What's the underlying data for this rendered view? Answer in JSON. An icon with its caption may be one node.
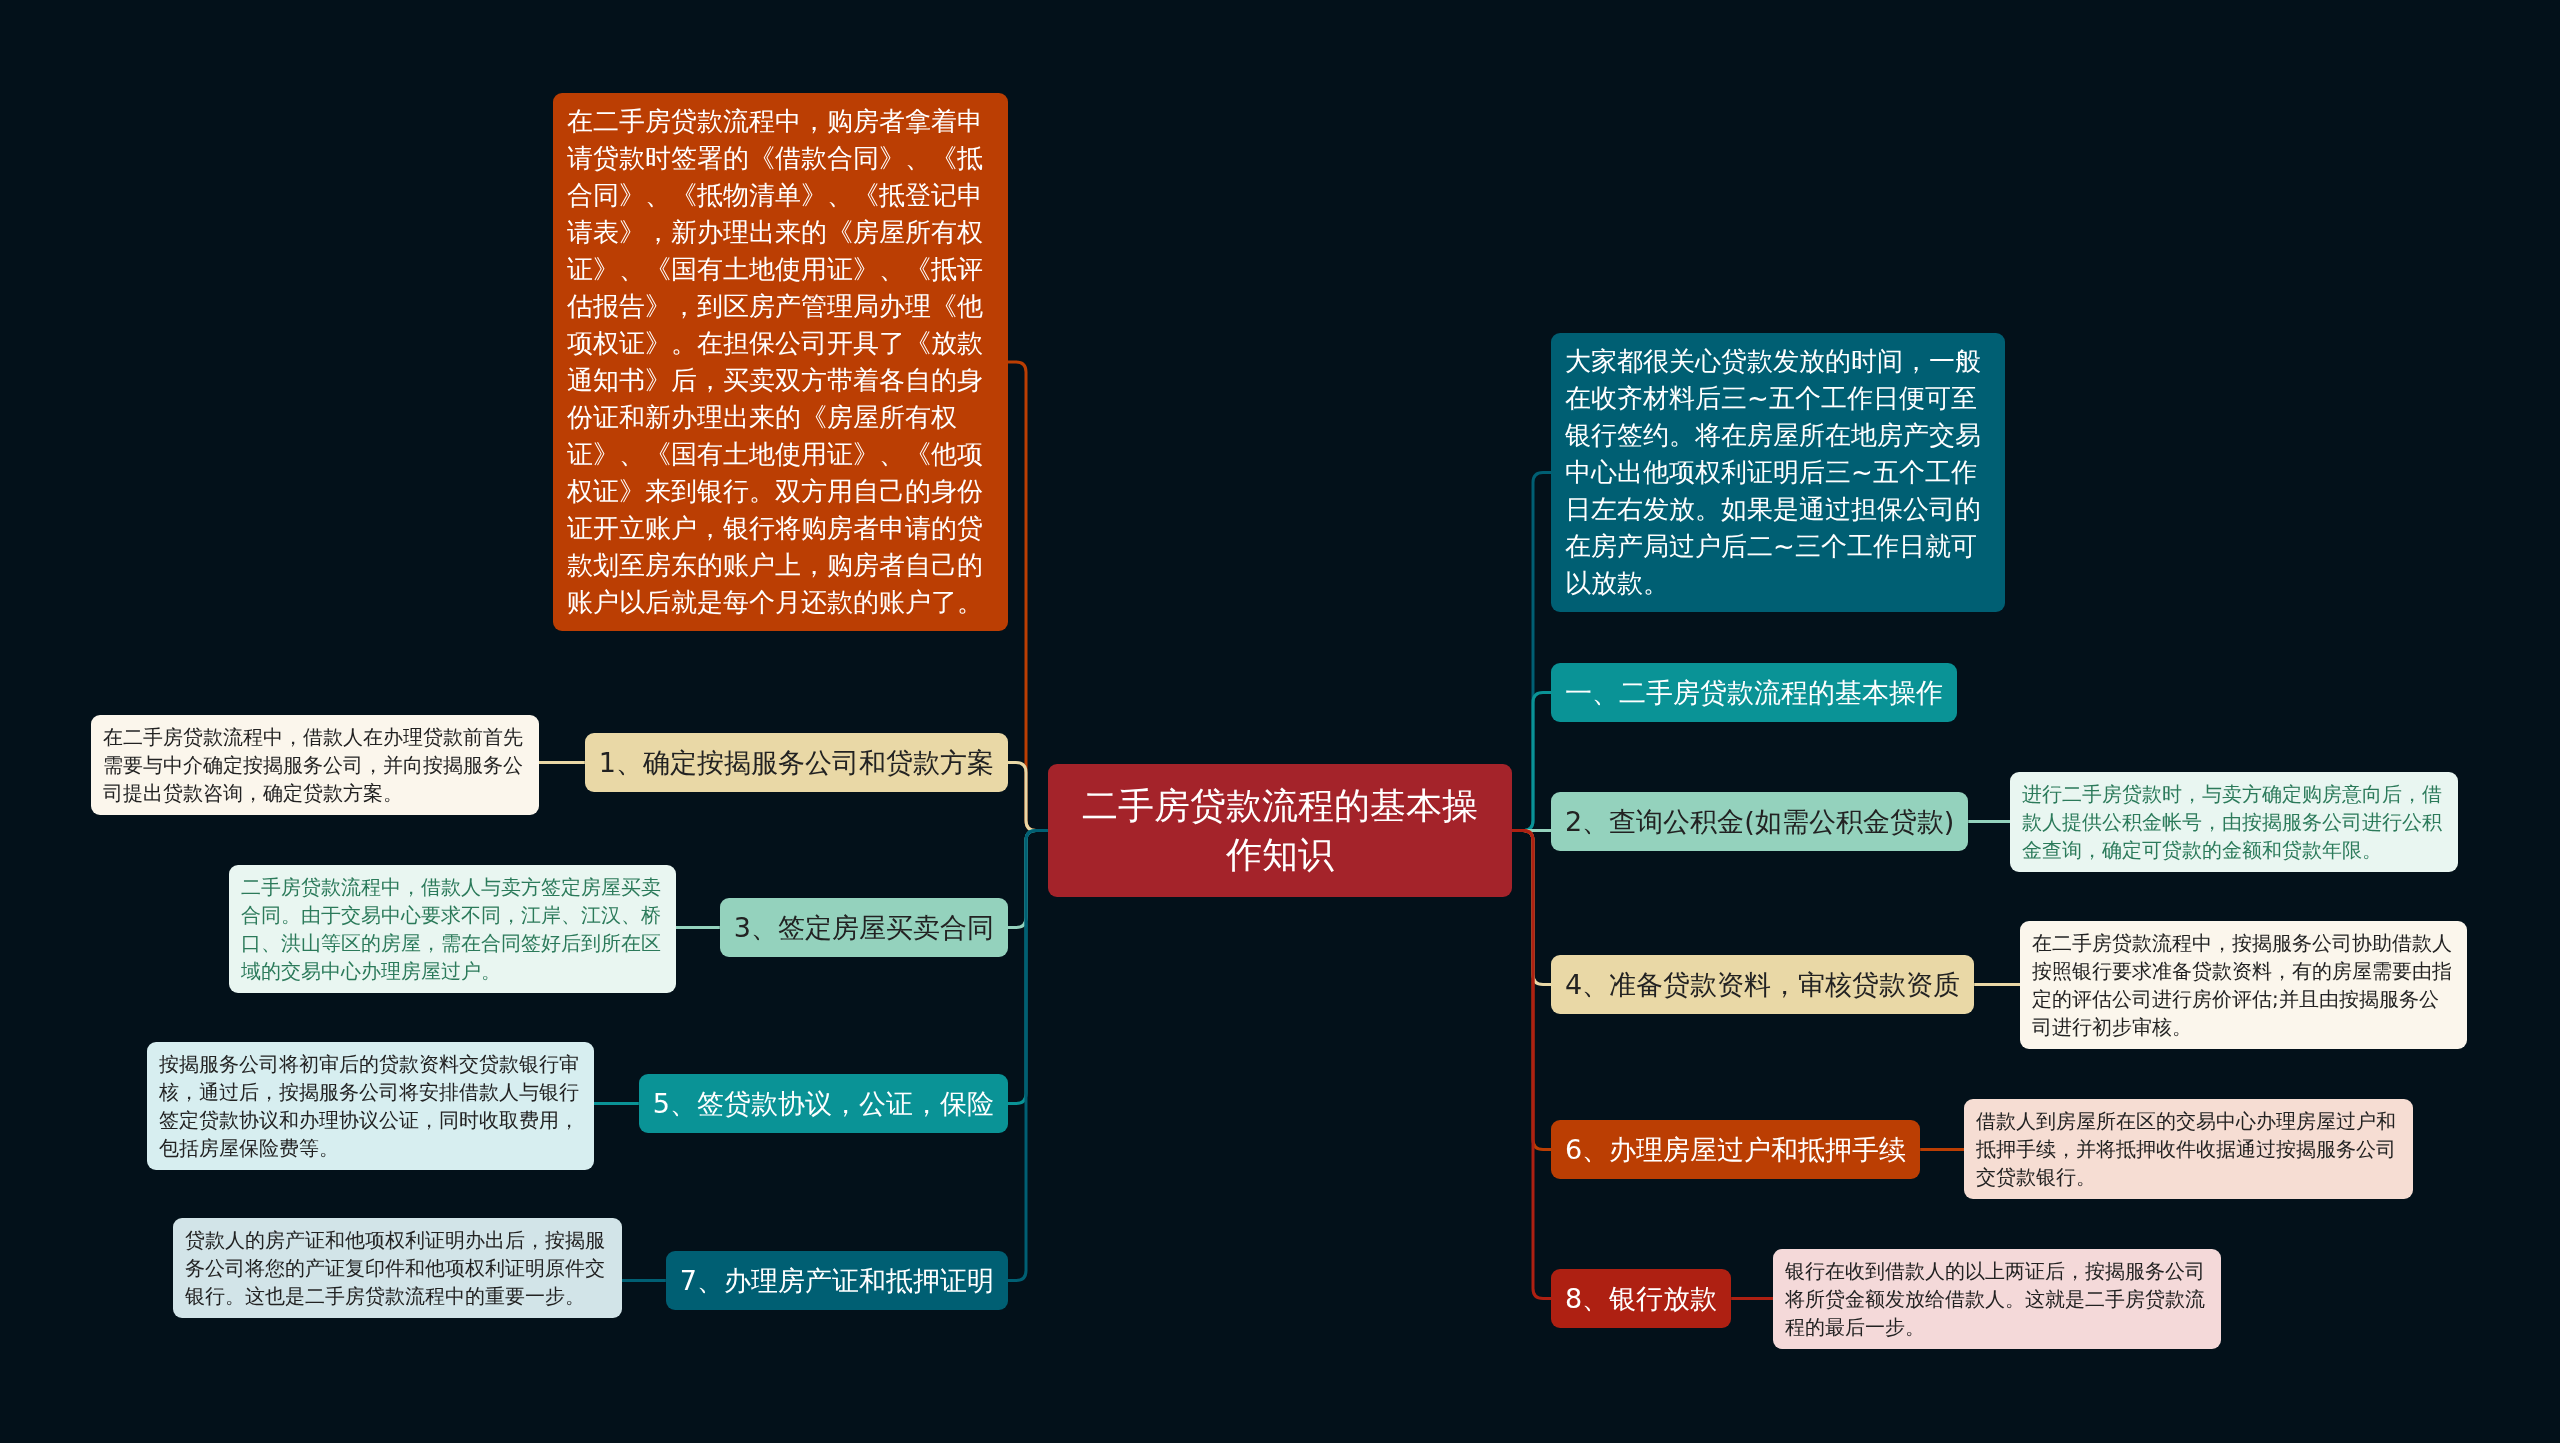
{
  "diagram": {
    "nodes": [
      {
        "text": [
          "二手房贷款流程的基本操作知识"
        ]
      },
      {
        "text": [
          "在二手房贷款流程中，购房者拿着申请贷款时签署的《借款合同》、《抵合同》、《抵物清单》、《抵登记申请表》，新办理出来的《房屋所有权证》、《国有土地使用证》、《抵评估报告》，到区房产管理局办理《他项权证》。在担保公司开具了《放款通知书》后，买卖双方带着各自的身份证和新办理出来的《房屋所有权证》、《国有土地使用证》、《他项权证》来到银行。双方用自己的身份证开立账户，银行将购房者申请的贷款划至房东的账户上，购房者自己的账户以后就是每个月还款的账户了。"
        ]
      },
      {
        "text": [
          "1、确定按揭服务公司和贷款方案"
        ]
      },
      {
        "text": [
          "在二手房贷款流程中，借款人在办理贷款前首先需要与中介确定按揭服务公司，并向按揭服务公司提出贷款咨询，确定贷款方案。"
        ]
      },
      {
        "text": [
          "3、签定房屋买卖合同"
        ]
      },
      {
        "text": [
          "二手房贷款流程中，借款人与卖方签定房屋买卖合同。由于交易中心要求不同，江岸、江汉、桥口、洪山等区的房屋，需在合同签好后到所在区域的交易中心办理房屋过户。"
        ]
      },
      {
        "text": [
          "5、签贷款协议，公证，保险"
        ]
      },
      {
        "text": [
          "按揭服务公司将初审后的贷款资料交贷款银行审核，通过后，按揭服务公司将安排借款人与银行签定贷款协议和办理协议公证，同时收取费用，包括房屋保险费等。"
        ]
      },
      {
        "text": [
          "7、办理房产证和抵押证明"
        ]
      },
      {
        "text": [
          "贷款人的房产证和他项权利证明办出后，按揭服务公司将您的产证复印件和他项权利证明原件交银行。这也是二手房贷款流程中的重要一步。"
        ]
      },
      {
        "text": [
          "大家都很关心贷款发放的时间，一般在收齐材料后三~五个工作日便可至银行签约。将在房屋所在地房产交易中心出他项权利证明后三~五个工作日左右发放。如果是通过担保公司的在房产局过户后二~三个工作日就可以放款。"
        ]
      },
      {
        "text": [
          "一、二手房贷款流程的基本操作"
        ]
      },
      {
        "text": [
          "2、查询公积金(如需公积金贷款)"
        ]
      },
      {
        "text": [
          "进行二手房贷款时，与卖方确定购房意向后，借款人提供公积金帐号，由按揭服务公司进行公积金查询，确定可贷款的金额和贷款年限。"
        ]
      },
      {
        "text": [
          "4、准备贷款资料，审核贷款资质"
        ]
      },
      {
        "text": [
          "在二手房贷款流程中，按揭服务公司协助借款人按照银行要求准备贷款资料，有的房屋需要由指定的评估公司进行房价评估;并且由按揭服务公司进行初步审核。"
        ]
      },
      {
        "text": [
          "6、办理房屋过户和抵押手续"
        ]
      },
      {
        "text": [
          "借款人到房屋所在区的交易中心办理房屋过户和抵押手续，并将抵押收件收据通过按揭服务公司交贷款银行。"
        ]
      },
      {
        "text": [
          "8、银行放款"
        ]
      },
      {
        "text": [
          "银行在收到借款人的以上两证后，按揭服务公司将所贷金额发放给借款人。这就是二手房贷款流程的最后一步。"
        ]
      }
    ],
    "edges": [
      {
        "from": 0,
        "to": 1,
        "arrow": "none",
        "color": "#bb3e03"
      },
      {
        "from": 0,
        "to": 2,
        "arrow": "none",
        "color": "#e9d8a6"
      },
      {
        "from": 2,
        "to": 3,
        "arrow": "none",
        "color": "#e9d8a6"
      },
      {
        "from": 0,
        "to": 4,
        "arrow": "none",
        "color": "#94d2bd"
      },
      {
        "from": 4,
        "to": 5,
        "arrow": "none",
        "color": "#94d2bd"
      },
      {
        "from": 0,
        "to": 6,
        "arrow": "none",
        "color": "#0a9396"
      },
      {
        "from": 6,
        "to": 7,
        "arrow": "none",
        "color": "#0a9396"
      },
      {
        "from": 0,
        "to": 8,
        "arrow": "none",
        "color": "#005f73"
      },
      {
        "from": 8,
        "to": 9,
        "arrow": "none",
        "color": "#005f73"
      },
      {
        "from": 0,
        "to": 10,
        "arrow": "none",
        "color": "#005f73"
      },
      {
        "from": 0,
        "to": 11,
        "arrow": "none",
        "color": "#0a9396"
      },
      {
        "from": 0,
        "to": 12,
        "arrow": "none",
        "color": "#94d2bd"
      },
      {
        "from": 12,
        "to": 13,
        "arrow": "none",
        "color": "#94d2bd"
      },
      {
        "from": 0,
        "to": 14,
        "arrow": "none",
        "color": "#e9d8a6"
      },
      {
        "from": 14,
        "to": 15,
        "arrow": "none",
        "color": "#e9d8a6"
      },
      {
        "from": 0,
        "to": 16,
        "arrow": "none",
        "color": "#bb3e03"
      },
      {
        "from": 16,
        "to": 17,
        "arrow": "none",
        "color": "#bb3e03"
      },
      {
        "from": 0,
        "to": 18,
        "arrow": "none",
        "color": "#ae2012"
      },
      {
        "from": 18,
        "to": 19,
        "arrow": "none",
        "color": "#ae2012"
      }
    ]
  }
}
